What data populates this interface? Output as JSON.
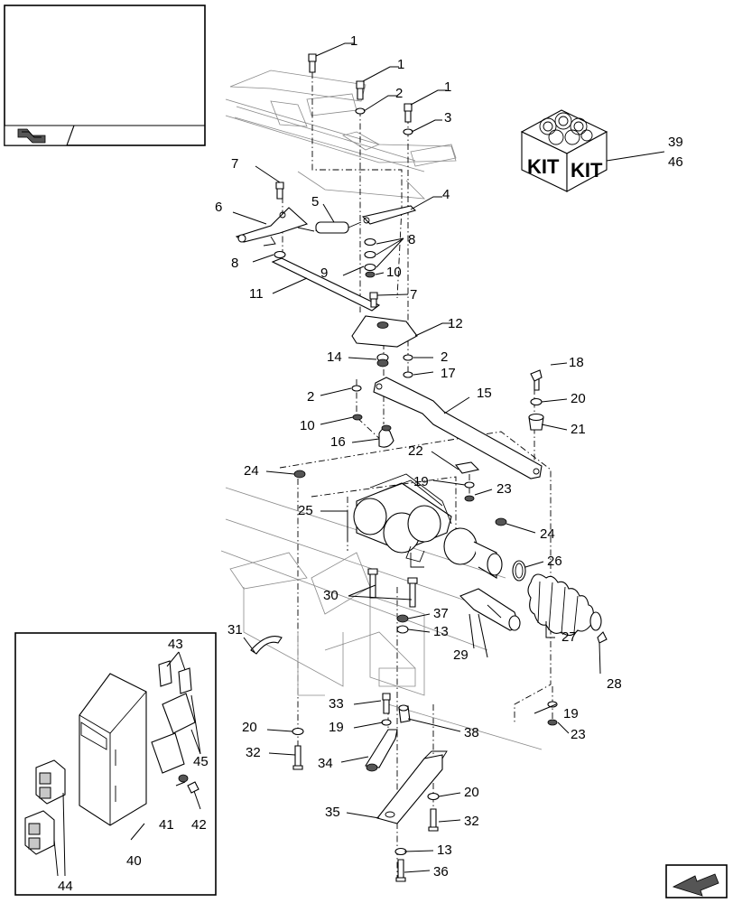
{
  "callouts": [
    "1",
    "1",
    "1",
    "2",
    "3",
    "39",
    "46",
    "7",
    "4",
    "6",
    "5",
    "8",
    "8",
    "9",
    "10",
    "11",
    "7",
    "12",
    "14",
    "2",
    "17",
    "18",
    "2",
    "15",
    "20",
    "10",
    "21",
    "16",
    "22",
    "24",
    "19",
    "23",
    "25",
    "24",
    "26",
    "30",
    "37",
    "13",
    "31",
    "27",
    "29",
    "43",
    "28",
    "33",
    "19",
    "38",
    "19",
    "20",
    "23",
    "45",
    "32",
    "34",
    "20",
    "35",
    "32",
    "41",
    "42",
    "40",
    "13",
    "44",
    "36"
  ],
  "kit_labels": [
    "KIT",
    "KIT"
  ],
  "icons": {
    "top_left_page": "page-link-icon",
    "bottom_right_page": "next-page-arrow-icon"
  }
}
